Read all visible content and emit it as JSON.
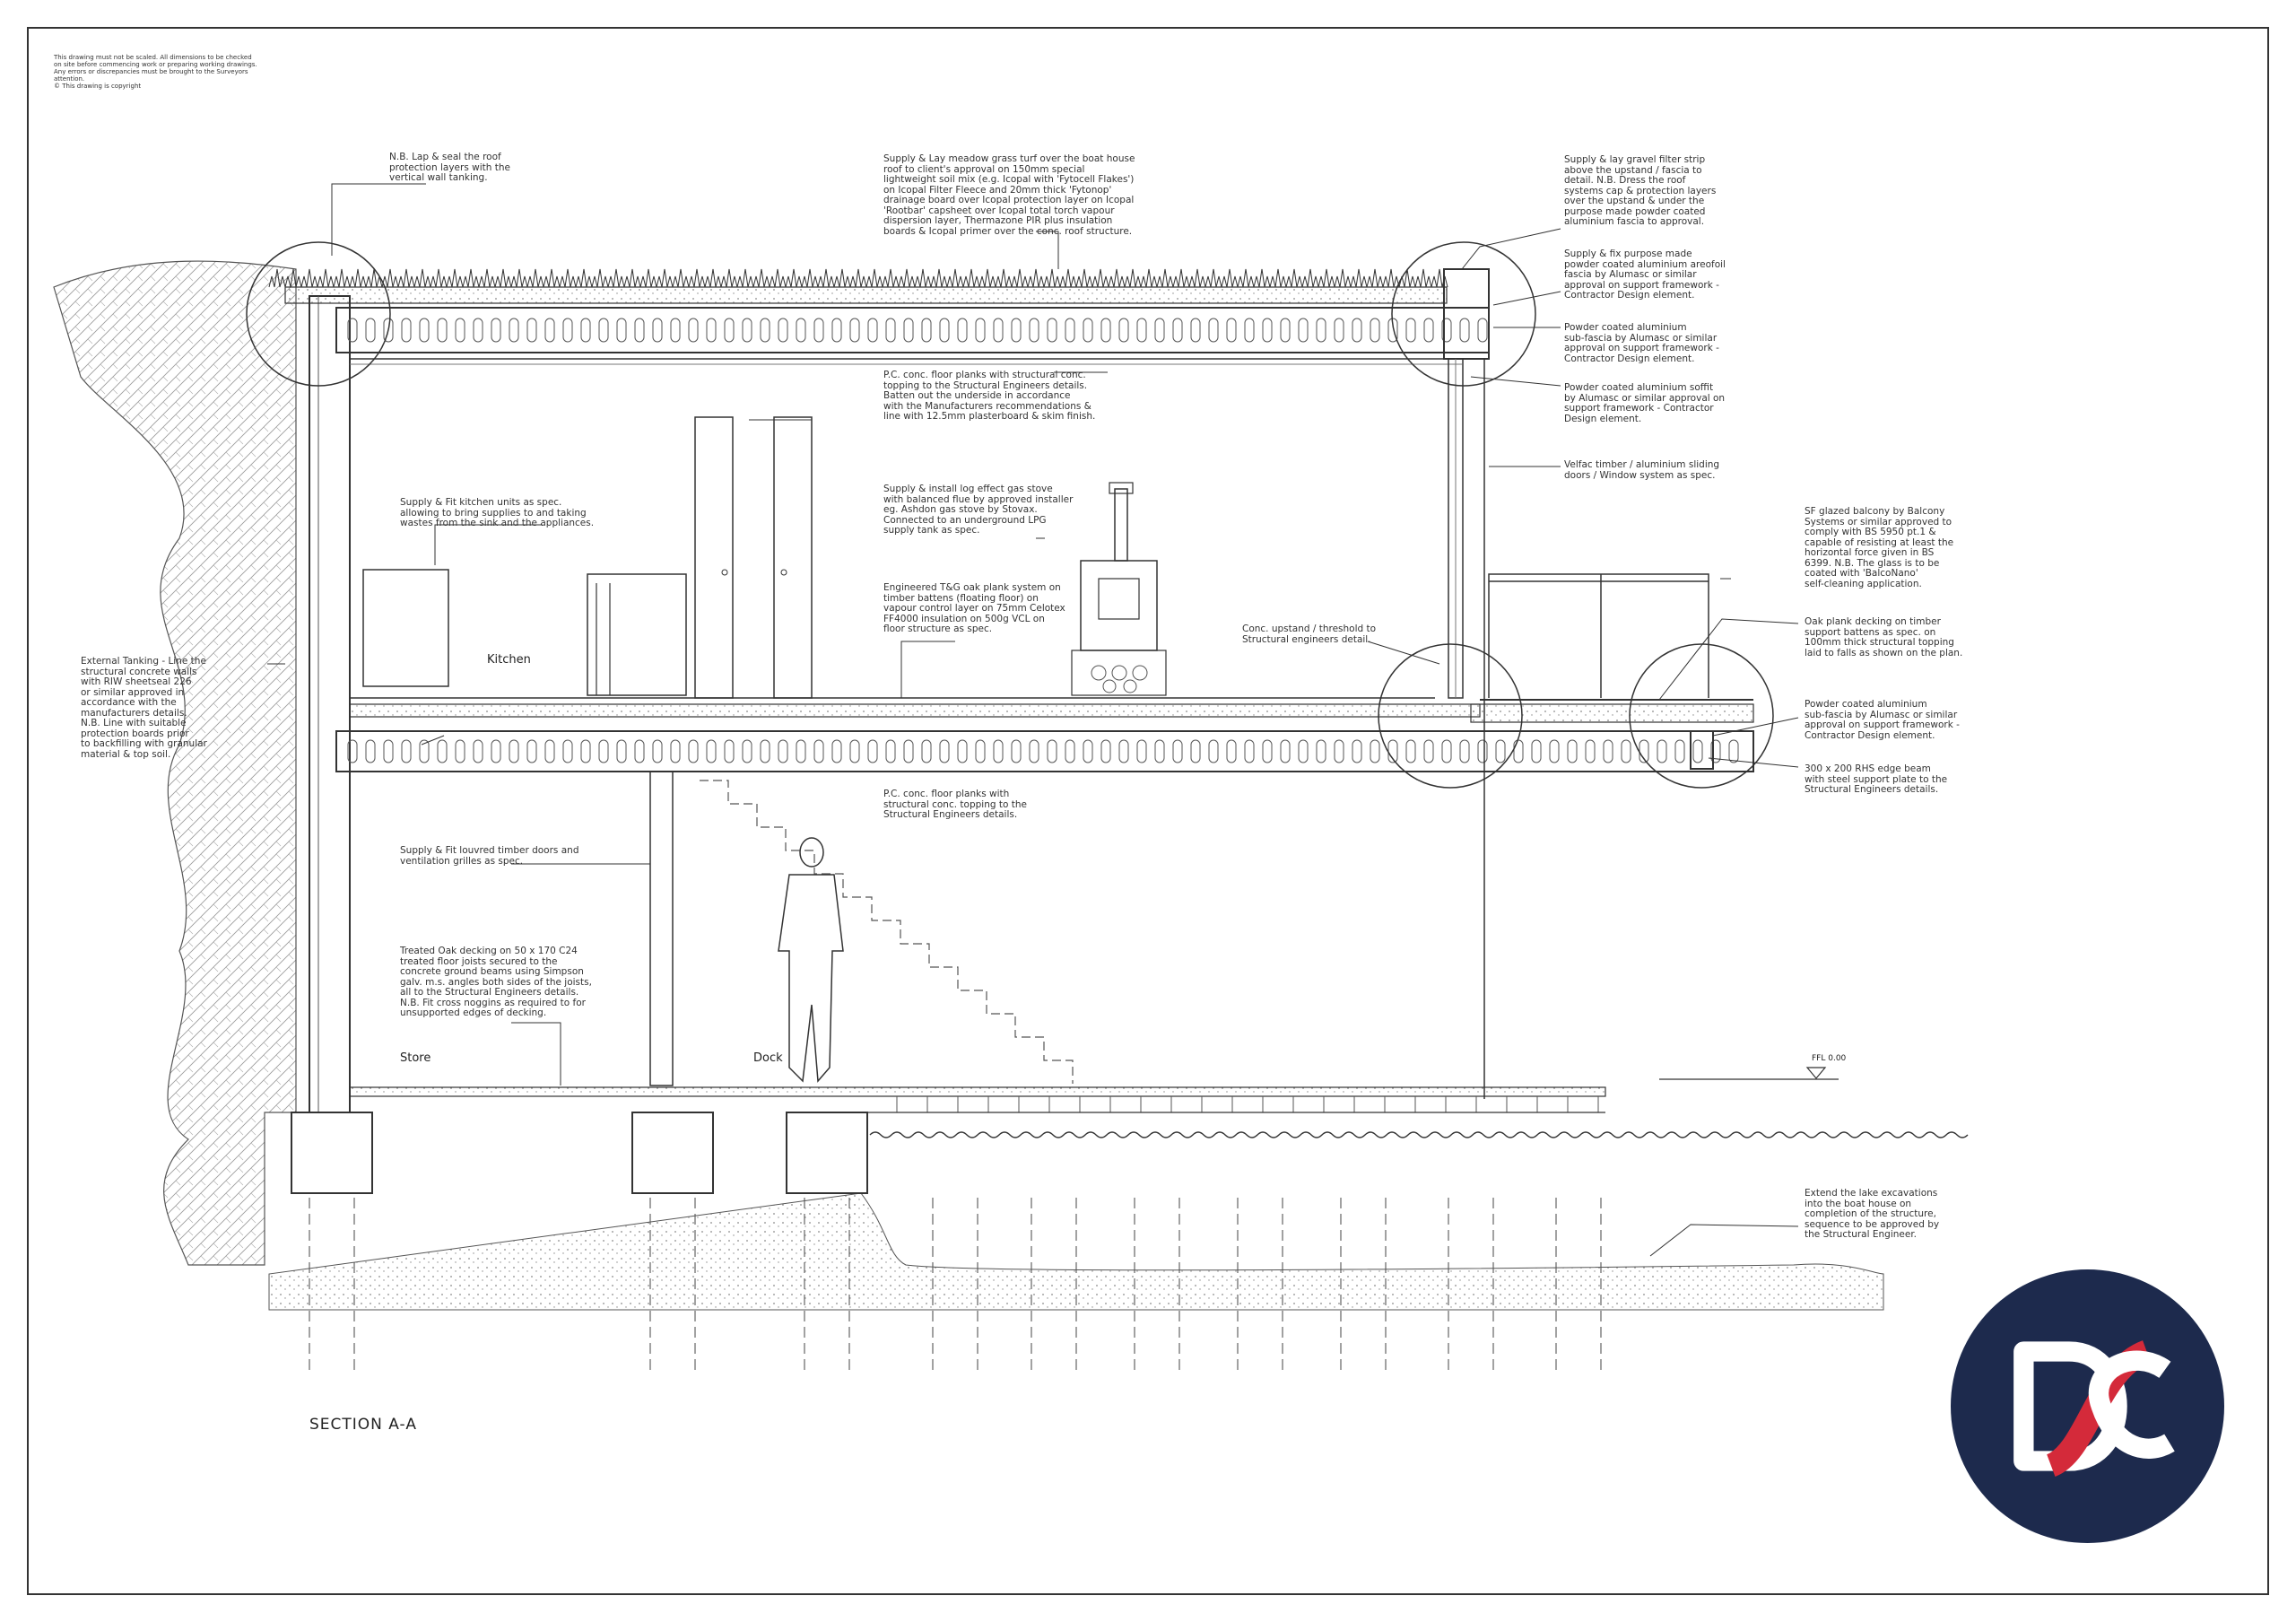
{
  "drawing": {
    "disclaimer": "This drawing must not be scaled. All dimensions to be checked on site before commencing work or preparing working drawings. Any errors or discrepancies must be brought to the Surveyors attention.\n© This drawing is copyright",
    "title": "SECTION A-A",
    "ffl": "FFL 0.00"
  },
  "rooms": {
    "kitchen": "Kitchen",
    "store": "Store",
    "dock": "Dock"
  },
  "notes": {
    "roof_lap": "N.B. Lap & seal the roof\nprotection layers with the\nvertical wall tanking.",
    "meadow_turf": "Supply & Lay meadow grass turf over the boat house\nroof to client's approval on 150mm special\nlightweight soil mix (e.g. Icopal with 'Fytocell Flakes')\non Icopal Filter Fleece and 20mm thick 'Fytonop'\ndrainage board over Icopal protection layer on Icopal\n'Rootbar' capsheet over Icopal total torch vapour\ndispersion layer, Thermazone PIR plus insulation\nboards & Icopal primer over the conc. roof structure.",
    "gravel_strip": "Supply & lay gravel filter strip\nabove the upstand / fascia to\ndetail. N.B. Dress the roof\nsystems cap & protection layers\nover the upstand & under the\npurpose made powder coated\naluminium fascia to approval.",
    "areofoil_fascia": "Supply & fix purpose made\npowder coated aluminium areofoil\nfascia by Alumasc or similar\napproval on support framework -\nContractor Design element.",
    "sub_fascia_top": "Powder coated aluminium\nsub-fascia by Alumasc or similar\napproval on support framework -\nContractor Design element.",
    "soffit": "Powder coated aluminium soffit\nby Alumasc or similar approval on\nsupport framework - Contractor\nDesign element.",
    "velfac": "Velfac timber / aluminium sliding\ndoors / Window system as spec.",
    "floor_planks_top": "P.C. conc. floor planks with structural conc.\ntopping to the Structural Engineers details.\nBatten out the underside in accordance\nwith the Manufacturers recommendations &\nline with 12.5mm plasterboard & skim finish.",
    "kitchen_units": "Supply & Fit kitchen units as spec.\nallowing to bring supplies to and taking\nwastes from the sink and the appliances.",
    "gas_stove": "Supply & install log effect gas stove\nwith balanced flue by approved installer\neg. Ashdon gas stove by Stovax.\nConnected to an underground LPG\nsupply tank as spec.",
    "oak_floor": "Engineered T&G oak plank system on\ntimber battens (floating floor) on\nvapour control layer on 75mm Celotex\nFF4000 insulation on 500g VCL on\nfloor structure as spec.",
    "upstand": "Conc. upstand / threshold to\nStructural engineers detail.",
    "balcony": "SF glazed balcony by Balcony\nSystems or similar approved to\ncomply with BS 5950 pt.1 &\ncapable of resisting at least the\nhorizontal force given in BS\n6399. N.B. The glass is to be\ncoated with 'BalcoNano'\nself-cleaning application.",
    "oak_decking": "Oak plank decking on timber\nsupport battens as spec. on\n100mm thick structural topping\nlaid to falls as shown on the plan.",
    "sub_fascia_bottom": "Powder coated aluminium\nsub-fascia by Alumasc or similar\napproval on support framework -\nContractor Design element.",
    "rhs_beam": "300 x 200 RHS edge beam\nwith steel support plate to the\nStructural Engineers details.",
    "tanking": "External Tanking - Line the\nstructural concrete walls\nwith RIW sheetseal 226\nor similar approved in\naccordance with the\nmanufacturers details.\nN.B. Line with suitable\nprotection boards prior\nto backfilling with granular\nmaterial & top soil.",
    "floor_planks_bottom": "P.C. conc. floor planks with\nstructural conc. topping to the\nStructural Engineers details.",
    "louvred_doors": "Supply & Fit louvred timber doors and\nventilation grilles as spec.",
    "treated_oak": "Treated Oak decking on 50 x 170 C24\ntreated floor joists secured to the\nconcrete ground beams using Simpson\ngalv. m.s. angles both sides of the joists,\nall to the Structural Engineers details.\nN.B. Fit cross noggins as required to for\nunsupported edges of decking.",
    "lake": "Extend the lake excavations\ninto the boat house on\ncompletion of the structure,\nsequence to be approved by\nthe Structural Engineer."
  },
  "logo": {
    "name": "DC monogram logo",
    "bg_color": "#1d2a4d",
    "accent_color": "#d42a3a",
    "fg_color": "#ffffff"
  },
  "colors": {
    "line": "#333333",
    "light_line": "#777777"
  }
}
